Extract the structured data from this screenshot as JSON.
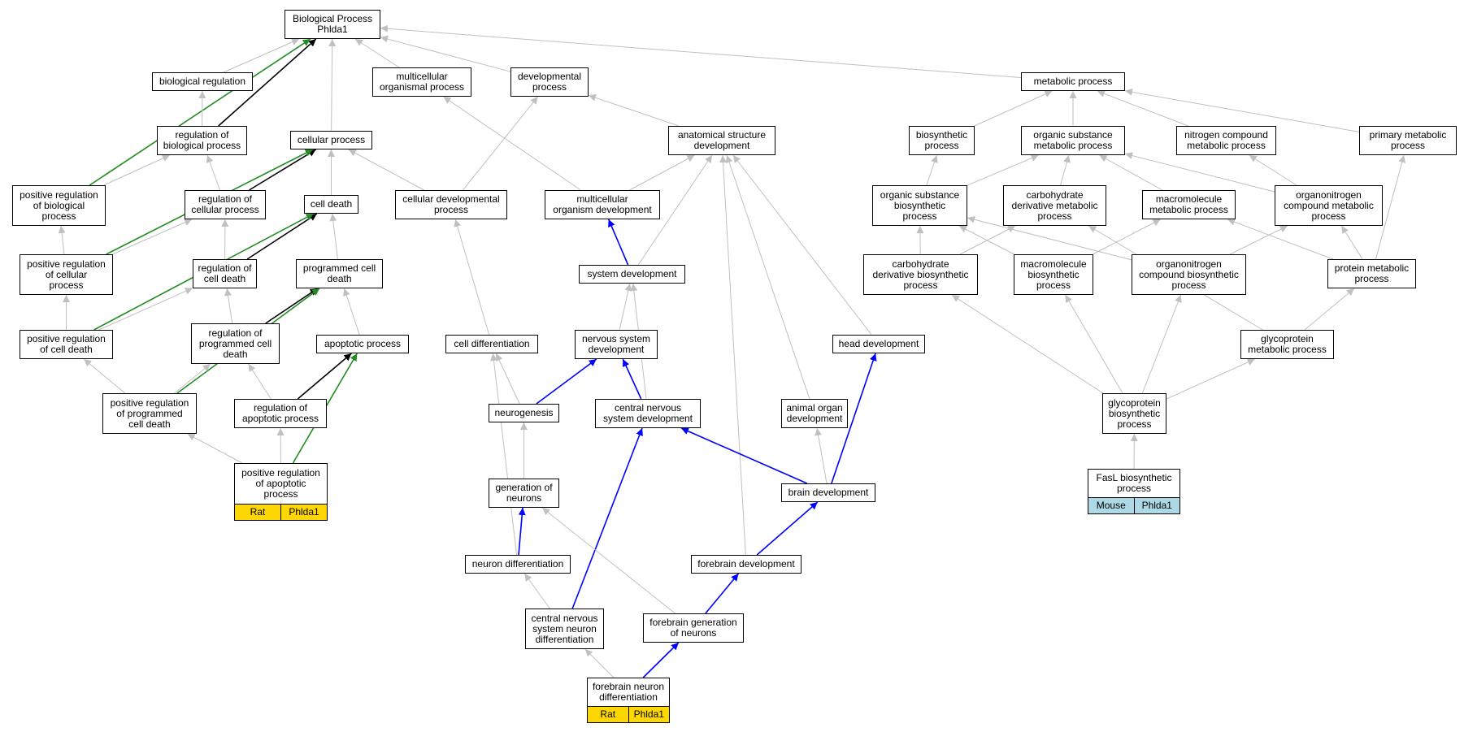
{
  "colors": {
    "gray": "#c0c0c0",
    "black": "#000000",
    "green": "#228b22",
    "blue": "#0000ff",
    "gold": "#ffd700",
    "lightblue": "#add8e6"
  },
  "nodes": [
    {
      "id": "bp",
      "label": "Biological Process\nPhlda1"
    },
    {
      "id": "bioreg",
      "label": "biological regulation"
    },
    {
      "id": "multorg",
      "label": "multicellular\norganismal process"
    },
    {
      "id": "devproc",
      "label": "developmental\nprocess"
    },
    {
      "id": "metab",
      "label": "metabolic process"
    },
    {
      "id": "regbio",
      "label": "regulation of\nbiological process"
    },
    {
      "id": "cellproc",
      "label": "cellular process"
    },
    {
      "id": "anatdev",
      "label": "anatomical structure\ndevelopment"
    },
    {
      "id": "biosyn",
      "label": "biosynthetic\nprocess"
    },
    {
      "id": "orgsubmet",
      "label": "organic substance\nmetabolic process"
    },
    {
      "id": "nitro",
      "label": "nitrogen compound\nmetabolic process"
    },
    {
      "id": "primmet",
      "label": "primary metabolic\nprocess"
    },
    {
      "id": "posregbio",
      "label": "positive regulation\nof biological\nprocess"
    },
    {
      "id": "regcell",
      "label": "regulation of\ncellular process"
    },
    {
      "id": "celldeath",
      "label": "cell death"
    },
    {
      "id": "celldev",
      "label": "cellular developmental\nprocess"
    },
    {
      "id": "multdev",
      "label": "multicellular\norganism development"
    },
    {
      "id": "orgsubbio",
      "label": "organic substance\nbiosynthetic\nprocess"
    },
    {
      "id": "carbmet",
      "label": "carbohydrate\nderivative metabolic\nprocess"
    },
    {
      "id": "macromet",
      "label": "macromolecule\nmetabolic process"
    },
    {
      "id": "orgnitmet",
      "label": "organonitrogen\ncompound metabolic\nprocess"
    },
    {
      "id": "posregcell",
      "label": "positive regulation\nof cellular\nprocess"
    },
    {
      "id": "regcd",
      "label": "regulation of\ncell death"
    },
    {
      "id": "pcd",
      "label": "programmed cell\ndeath"
    },
    {
      "id": "sysdev",
      "label": "system development"
    },
    {
      "id": "carbbio",
      "label": "carbohydrate\nderivative biosynthetic\nprocess"
    },
    {
      "id": "macrobio",
      "label": "macromolecule\nbiosynthetic\nprocess"
    },
    {
      "id": "orgnitbio",
      "label": "organonitrogen\ncompound biosynthetic\nprocess"
    },
    {
      "id": "protmet",
      "label": "protein metabolic\nprocess"
    },
    {
      "id": "posregcd",
      "label": "positive regulation\nof cell death"
    },
    {
      "id": "regpcd",
      "label": "regulation of\nprogrammed cell\ndeath"
    },
    {
      "id": "apop",
      "label": "apoptotic process"
    },
    {
      "id": "celldiff",
      "label": "cell differentiation"
    },
    {
      "id": "nsdev",
      "label": "nervous system\ndevelopment"
    },
    {
      "id": "headdev",
      "label": "head development"
    },
    {
      "id": "glycomet",
      "label": "glycoprotein\nmetabolic process"
    },
    {
      "id": "posregpcd",
      "label": "positive regulation\nof programmed\ncell death"
    },
    {
      "id": "regapop",
      "label": "regulation of\napoptotic process"
    },
    {
      "id": "neurogen",
      "label": "neurogenesis"
    },
    {
      "id": "cnsdev",
      "label": "central nervous\nsystem development"
    },
    {
      "id": "aodev",
      "label": "animal organ\ndevelopment"
    },
    {
      "id": "glycobio",
      "label": "glycoprotein\nbiosynthetic\nprocess"
    },
    {
      "id": "posregapop",
      "label": "positive regulation\nof apoptotic\nprocess",
      "tags": [
        "Rat",
        "Phlda1"
      ],
      "tagColor": "gold"
    },
    {
      "id": "genneur",
      "label": "generation of\nneurons"
    },
    {
      "id": "braindev",
      "label": "brain development"
    },
    {
      "id": "fasl",
      "label": "FasL biosynthetic\nprocess",
      "tags": [
        "Mouse",
        "Phlda1"
      ],
      "tagColor": "blue"
    },
    {
      "id": "neurdiff",
      "label": "neuron differentiation"
    },
    {
      "id": "fbdev",
      "label": "forebrain development"
    },
    {
      "id": "cnsnd",
      "label": "central nervous\nsystem neuron\ndifferentiation"
    },
    {
      "id": "fbgen",
      "label": "forebrain generation\nof neurons"
    },
    {
      "id": "fbnd",
      "label": "forebrain neuron\ndifferentiation",
      "tags": [
        "Rat",
        "Phlda1"
      ],
      "tagColor": "gold"
    }
  ],
  "edges": [
    {
      "from": "bioreg",
      "to": "bp",
      "color": "gray"
    },
    {
      "from": "multorg",
      "to": "bp",
      "color": "gray"
    },
    {
      "from": "devproc",
      "to": "bp",
      "color": "gray"
    },
    {
      "from": "metab",
      "to": "bp",
      "color": "gray"
    },
    {
      "from": "cellproc",
      "to": "bp",
      "color": "gray"
    },
    {
      "from": "regbio",
      "to": "bp",
      "color": "black"
    },
    {
      "from": "posregbio",
      "to": "bp",
      "color": "green"
    },
    {
      "from": "regbio",
      "to": "bioreg",
      "color": "gray"
    },
    {
      "from": "multdev",
      "to": "multorg",
      "color": "gray"
    },
    {
      "from": "anatdev",
      "to": "devproc",
      "color": "gray"
    },
    {
      "from": "celldev",
      "to": "devproc",
      "color": "gray"
    },
    {
      "from": "biosyn",
      "to": "metab",
      "color": "gray"
    },
    {
      "from": "orgsubmet",
      "to": "metab",
      "color": "gray"
    },
    {
      "from": "nitro",
      "to": "metab",
      "color": "gray"
    },
    {
      "from": "primmet",
      "to": "metab",
      "color": "gray"
    },
    {
      "from": "posregbio",
      "to": "regbio",
      "color": "gray"
    },
    {
      "from": "regcell",
      "to": "regbio",
      "color": "gray"
    },
    {
      "from": "regcell",
      "to": "cellproc",
      "color": "black"
    },
    {
      "from": "posregcell",
      "to": "cellproc",
      "color": "green"
    },
    {
      "from": "celldeath",
      "to": "cellproc",
      "color": "gray"
    },
    {
      "from": "celldev",
      "to": "cellproc",
      "color": "gray"
    },
    {
      "from": "multdev",
      "to": "anatdev",
      "color": "gray"
    },
    {
      "from": "sysdev",
      "to": "anatdev",
      "color": "gray"
    },
    {
      "from": "fbdev",
      "to": "anatdev",
      "color": "gray"
    },
    {
      "from": "aodev",
      "to": "anatdev",
      "color": "gray"
    },
    {
      "from": "headdev",
      "to": "anatdev",
      "color": "gray"
    },
    {
      "from": "orgsubbio",
      "to": "biosyn",
      "color": "gray"
    },
    {
      "from": "orgsubbio",
      "to": "orgsubmet",
      "color": "gray"
    },
    {
      "from": "carbmet",
      "to": "orgsubmet",
      "color": "gray"
    },
    {
      "from": "macromet",
      "to": "orgsubmet",
      "color": "gray"
    },
    {
      "from": "orgnitmet",
      "to": "orgsubmet",
      "color": "gray"
    },
    {
      "from": "orgnitmet",
      "to": "nitro",
      "color": "gray"
    },
    {
      "from": "protmet",
      "to": "primmet",
      "color": "gray"
    },
    {
      "from": "posregcell",
      "to": "posregbio",
      "color": "gray"
    },
    {
      "from": "posregcell",
      "to": "regcell",
      "color": "gray"
    },
    {
      "from": "regcd",
      "to": "regcell",
      "color": "gray"
    },
    {
      "from": "regcd",
      "to": "celldeath",
      "color": "black"
    },
    {
      "from": "posregcd",
      "to": "celldeath",
      "color": "green"
    },
    {
      "from": "pcd",
      "to": "celldeath",
      "color": "gray"
    },
    {
      "from": "celldiff",
      "to": "celldev",
      "color": "gray"
    },
    {
      "from": "sysdev",
      "to": "multdev",
      "color": "blue"
    },
    {
      "from": "carbbio",
      "to": "orgsubbio",
      "color": "gray"
    },
    {
      "from": "macrobio",
      "to": "orgsubbio",
      "color": "gray"
    },
    {
      "from": "orgnitbio",
      "to": "orgsubbio",
      "color": "gray"
    },
    {
      "from": "carbbio",
      "to": "carbmet",
      "color": "gray"
    },
    {
      "from": "glycomet",
      "to": "carbmet",
      "color": "gray"
    },
    {
      "from": "macrobio",
      "to": "macromet",
      "color": "gray"
    },
    {
      "from": "protmet",
      "to": "macromet",
      "color": "gray"
    },
    {
      "from": "orgnitbio",
      "to": "orgnitmet",
      "color": "gray"
    },
    {
      "from": "protmet",
      "to": "orgnitmet",
      "color": "gray"
    },
    {
      "from": "posregcd",
      "to": "posregcell",
      "color": "gray"
    },
    {
      "from": "posregcd",
      "to": "regcd",
      "color": "gray"
    },
    {
      "from": "regpcd",
      "to": "regcd",
      "color": "gray"
    },
    {
      "from": "regpcd",
      "to": "pcd",
      "color": "black"
    },
    {
      "from": "posregpcd",
      "to": "pcd",
      "color": "green"
    },
    {
      "from": "apop",
      "to": "pcd",
      "color": "gray"
    },
    {
      "from": "nsdev",
      "to": "sysdev",
      "color": "gray"
    },
    {
      "from": "cnsdev",
      "to": "sysdev",
      "color": "gray"
    },
    {
      "from": "glycobio",
      "to": "carbbio",
      "color": "gray"
    },
    {
      "from": "glycobio",
      "to": "macrobio",
      "color": "gray"
    },
    {
      "from": "glycobio",
      "to": "orgnitbio",
      "color": "gray"
    },
    {
      "from": "glycomet",
      "to": "protmet",
      "color": "gray"
    },
    {
      "from": "posregpcd",
      "to": "posregcd",
      "color": "gray"
    },
    {
      "from": "posregpcd",
      "to": "regpcd",
      "color": "gray"
    },
    {
      "from": "regapop",
      "to": "regpcd",
      "color": "gray"
    },
    {
      "from": "regapop",
      "to": "apop",
      "color": "black"
    },
    {
      "from": "posregapop",
      "to": "apop",
      "color": "green"
    },
    {
      "from": "neurogen",
      "to": "celldiff",
      "color": "gray"
    },
    {
      "from": "neurdiff",
      "to": "celldiff",
      "color": "gray"
    },
    {
      "from": "neurogen",
      "to": "nsdev",
      "color": "blue"
    },
    {
      "from": "cnsdev",
      "to": "nsdev",
      "color": "blue"
    },
    {
      "from": "braindev",
      "to": "headdev",
      "color": "blue"
    },
    {
      "from": "glycobio",
      "to": "glycomet",
      "color": "gray"
    },
    {
      "from": "posregapop",
      "to": "posregpcd",
      "color": "gray"
    },
    {
      "from": "posregapop",
      "to": "regapop",
      "color": "gray"
    },
    {
      "from": "genneur",
      "to": "neurogen",
      "color": "gray"
    },
    {
      "from": "cnsnd",
      "to": "cnsdev",
      "color": "blue"
    },
    {
      "from": "braindev",
      "to": "cnsdev",
      "color": "blue"
    },
    {
      "from": "braindev",
      "to": "aodev",
      "color": "gray"
    },
    {
      "from": "fasl",
      "to": "glycobio",
      "color": "gray"
    },
    {
      "from": "neurdiff",
      "to": "genneur",
      "color": "blue"
    },
    {
      "from": "fbgen",
      "to": "genneur",
      "color": "gray"
    },
    {
      "from": "fbdev",
      "to": "braindev",
      "color": "blue"
    },
    {
      "from": "cnsnd",
      "to": "neurdiff",
      "color": "gray"
    },
    {
      "from": "fbgen",
      "to": "fbdev",
      "color": "blue"
    },
    {
      "from": "fbnd",
      "to": "cnsnd",
      "color": "gray"
    },
    {
      "from": "fbnd",
      "to": "fbgen",
      "color": "blue"
    }
  ]
}
